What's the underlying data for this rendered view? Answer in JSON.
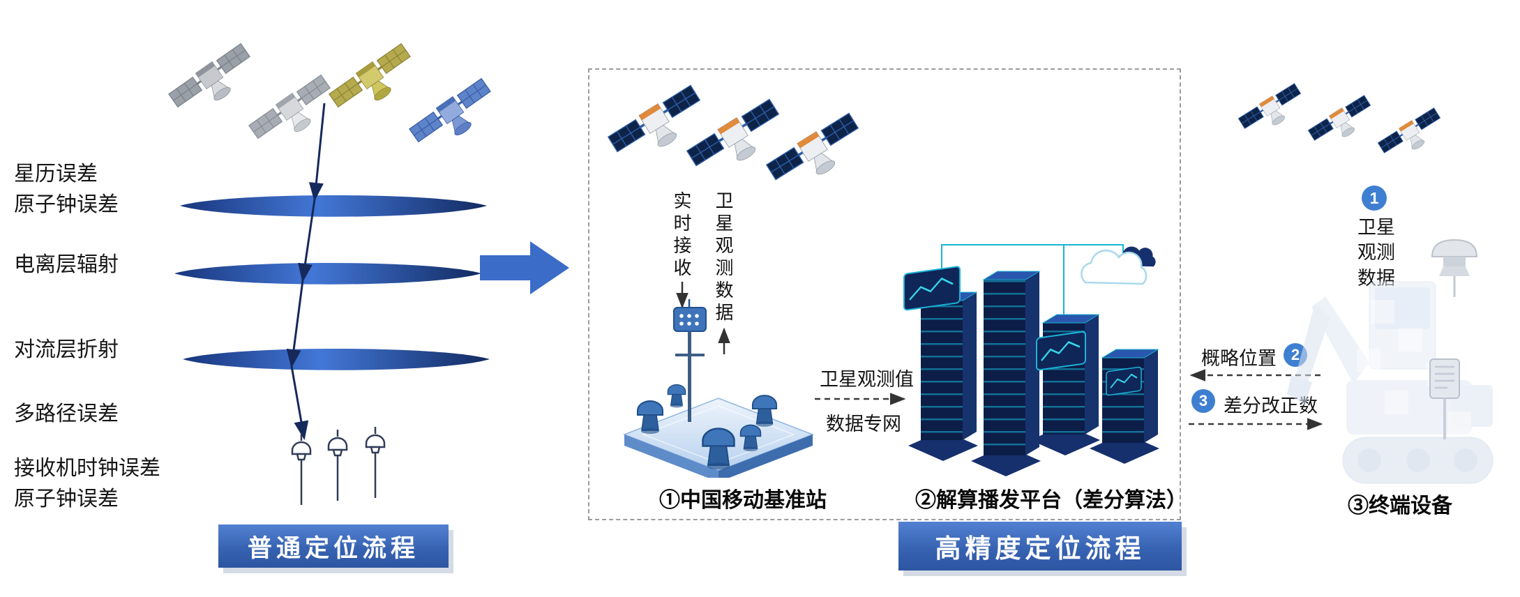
{
  "left": {
    "error_labels": [
      "星历误差\n原子钟误差",
      "电离层辐射",
      "对流层折射",
      "多路径误差",
      "接收机时钟误差\n原子钟误差"
    ],
    "flow_button_label": "普通定位流程"
  },
  "middle": {
    "realtime_receive_label": "实时接收",
    "satellite_obs_label": "卫星观测数据",
    "station_caption": "①中国移动基准站",
    "link_label_top": "卫星观测值",
    "link_label_bottom": "数据专网",
    "platform_caption": "②解算播发平台（差分算法）",
    "flow_button_label": "高精度定位流程"
  },
  "right": {
    "step1_badge": "1",
    "step1_label": "卫星\n观测\n数据",
    "step2_badge": "2",
    "approx_position_label": "概略位置",
    "step3_badge": "3",
    "diff_correction_label": "差分改正数",
    "device_caption": "③终端设备"
  },
  "colors": {
    "accent_blue": "#3a6cc8",
    "button_blue": "#3763b2",
    "navy": "#16295b",
    "badge_blue": "#3f7fd1",
    "teal": "#18b4d6"
  }
}
